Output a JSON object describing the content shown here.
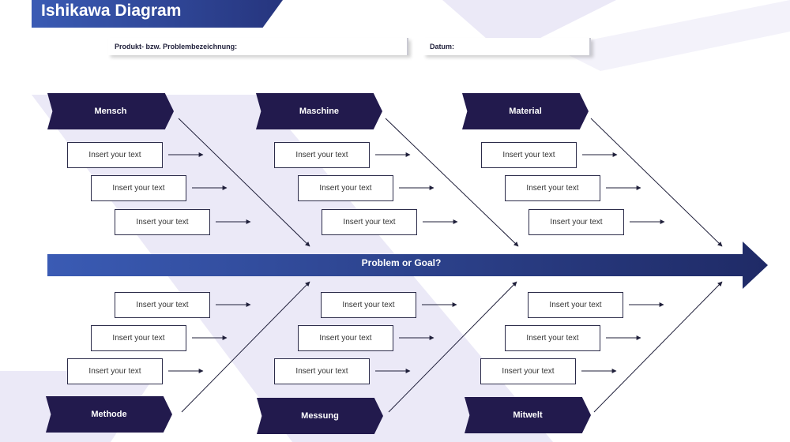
{
  "header": {
    "title": "Ishikawa Diagram"
  },
  "fields": {
    "product_label": "Produkt- bzw. Problembezeichnung:",
    "date_label": "Datum:"
  },
  "spine": {
    "label": "Problem or Goal?"
  },
  "categories": {
    "top": [
      "Mensch",
      "Maschine",
      "Material"
    ],
    "bottom": [
      "Methode",
      "Messung",
      "Mitwelt"
    ]
  },
  "box_text": "Insert your text",
  "colors": {
    "category": "#221a4d",
    "spine_start": "#3a5bb4",
    "spine_end": "#1f2a66",
    "background_stripe": "#ebe9f7"
  }
}
